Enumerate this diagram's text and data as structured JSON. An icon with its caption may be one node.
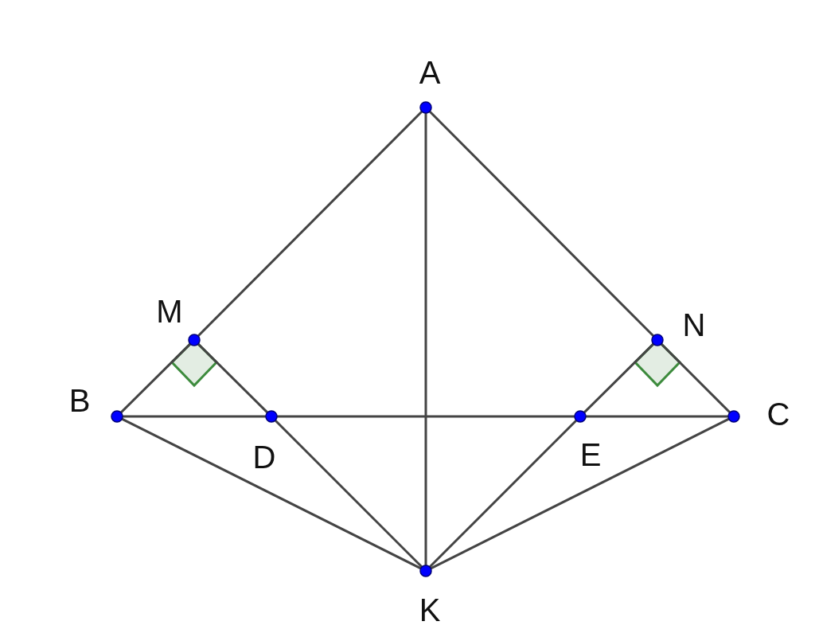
{
  "diagram": {
    "nodes": [
      {
        "text": [
          "A"
        ]
      },
      {
        "text": [
          "M"
        ]
      },
      {
        "text": [
          "N"
        ]
      },
      {
        "text": [
          "B"
        ]
      },
      {
        "text": [
          "D"
        ]
      },
      {
        "text": [
          "E"
        ]
      },
      {
        "text": [
          "C"
        ]
      },
      {
        "text": [
          "K"
        ]
      }
    ],
    "edges": [
      {
        "from": 0,
        "to": 1,
        "arrow": "none"
      },
      {
        "from": 1,
        "to": 3,
        "arrow": "none"
      },
      {
        "from": 0,
        "to": 2,
        "arrow": "none"
      },
      {
        "from": 2,
        "to": 6,
        "arrow": "none"
      },
      {
        "from": 0,
        "to": 7,
        "arrow": "none"
      },
      {
        "from": 3,
        "to": 4,
        "arrow": "none"
      },
      {
        "from": 4,
        "to": 5,
        "arrow": "none"
      },
      {
        "from": 5,
        "to": 6,
        "arrow": "none"
      },
      {
        "from": 3,
        "to": 7,
        "arrow": "none"
      },
      {
        "from": 1,
        "to": 4,
        "arrow": "none"
      },
      {
        "from": 4,
        "to": 7,
        "arrow": "none"
      },
      {
        "from": 2,
        "to": 5,
        "arrow": "none"
      },
      {
        "from": 5,
        "to": 7,
        "arrow": "none"
      },
      {
        "from": 6,
        "to": 7,
        "arrow": "none"
      }
    ]
  }
}
